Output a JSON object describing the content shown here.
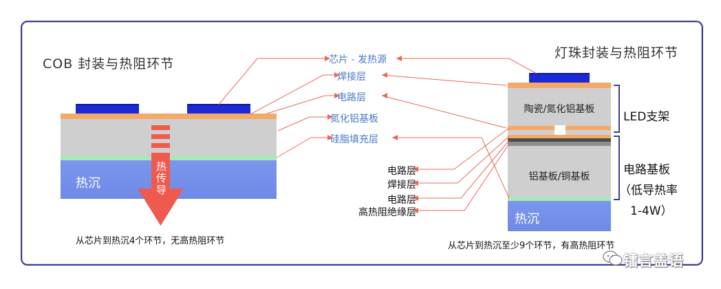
{
  "left": {
    "title": "COB 封装与热阻环节",
    "heat_sink": "热沉",
    "heat_conduction": "热传导",
    "caption": "从芯片到热沉4个环节，无高热阻环节"
  },
  "right": {
    "title": "灯珠封装与热阻环节",
    "ceramic_layer": "陶瓷/氮化铝基板",
    "metal_layer": "铝基板/铜基板",
    "heat_sink": "热沉",
    "bracket_label": "LED支架",
    "board_label_1": "电路基板",
    "board_label_2": "（低导热率",
    "board_label_3": "1-4W）",
    "caption": "从芯片到热沉至少9个环节，有高热阻环节"
  },
  "center_labels": {
    "chip": "芯片 - 发热源",
    "solder": "焊接层",
    "circuit": "电路层",
    "aln": "氮化铝基板",
    "silicone": "硅脂填充层"
  },
  "lower_labels": {
    "circuit1": "电路层",
    "solder": "焊接层",
    "circuit2": "电路层",
    "insulation": "高热阻绝缘层"
  },
  "watermark": "镭言盖语",
  "colors": {
    "frame": "#3b3f8c",
    "chip": "#1b2ad6",
    "solder": "#f5a968",
    "substrate": "#cfcfcf",
    "heat_sink": "#7b96ec",
    "arrow": "#f05a4e",
    "label_blue": "#4a79c8"
  },
  "icons": {
    "wechat": "wechat-icon"
  }
}
